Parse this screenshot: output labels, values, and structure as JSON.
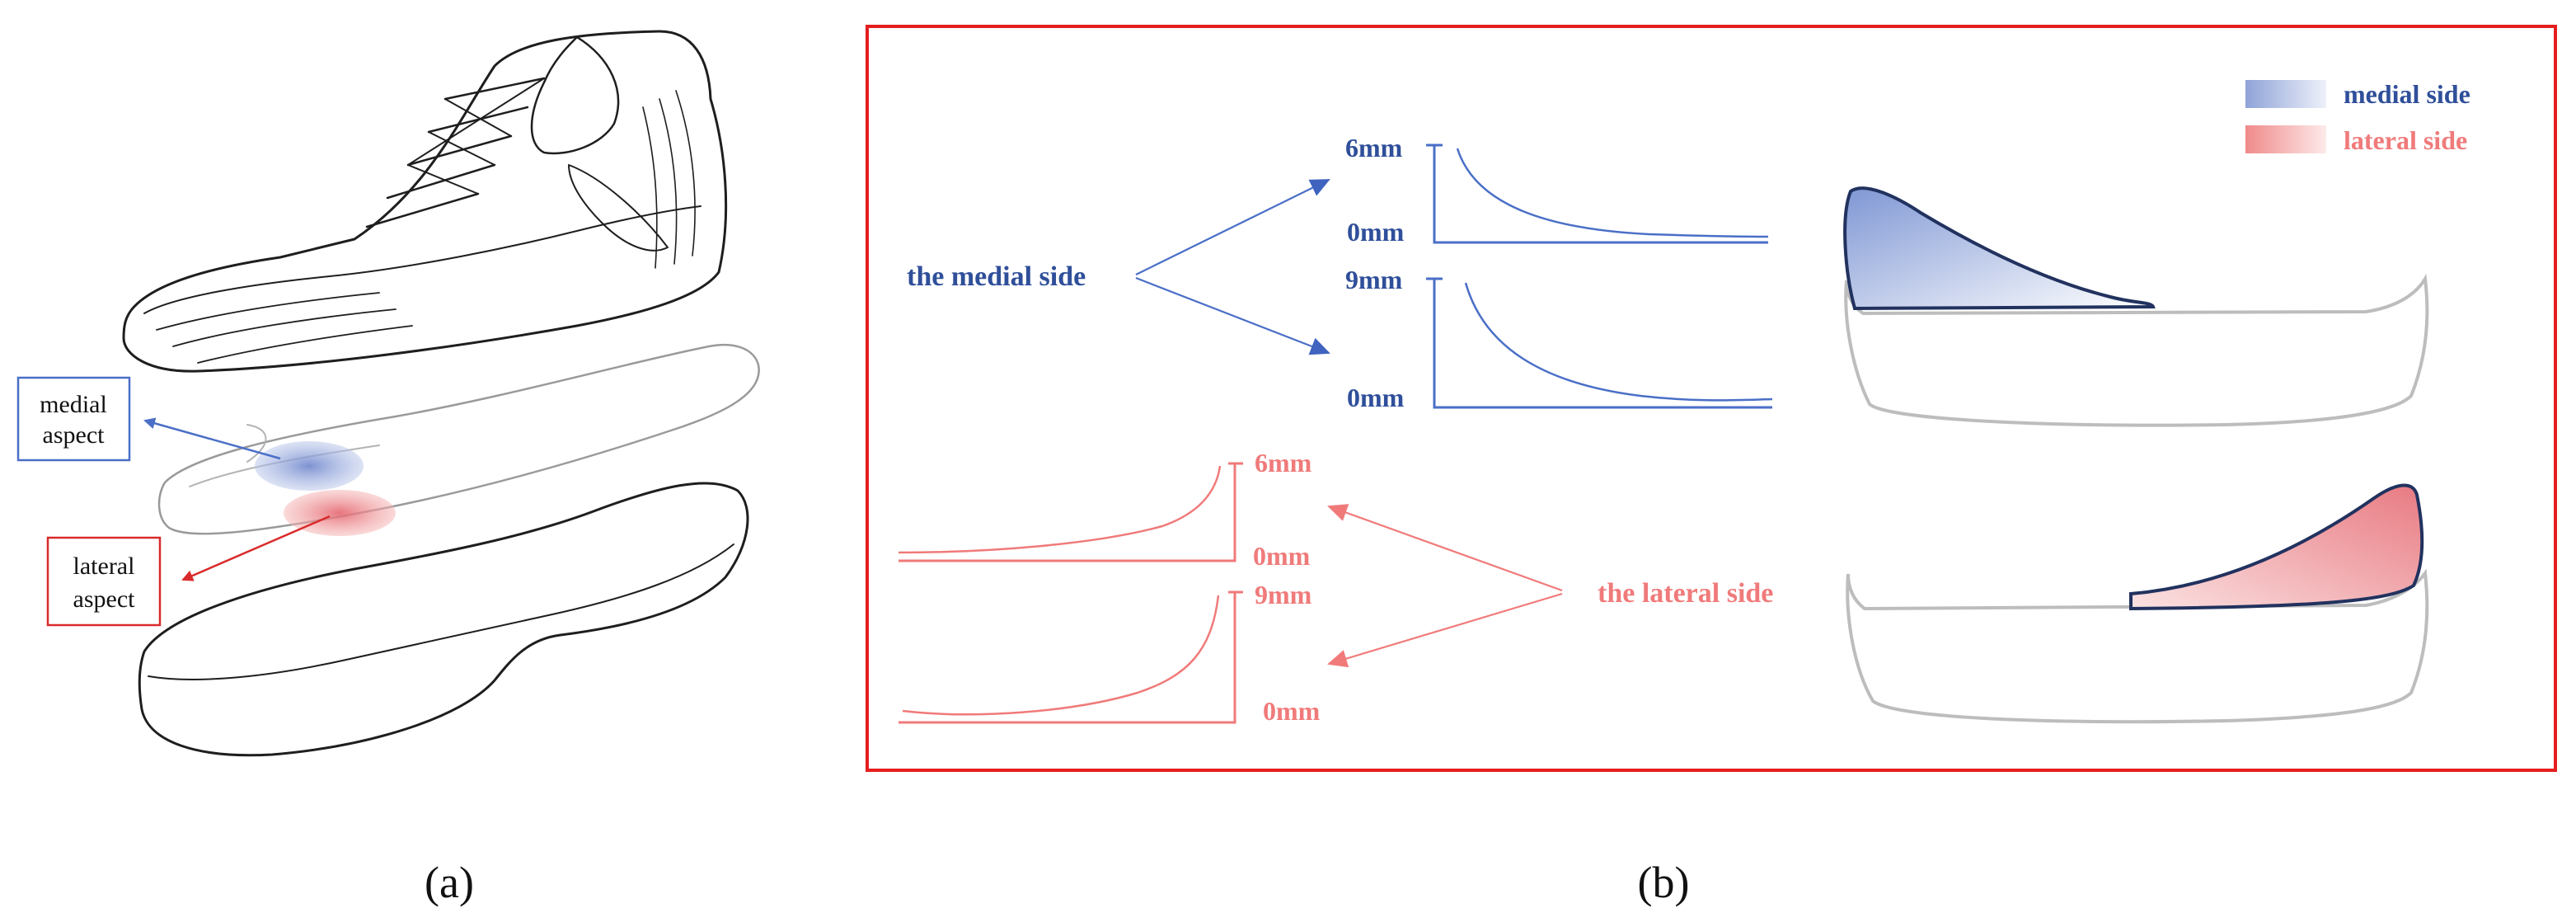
{
  "panel_a": {
    "caption": "(a)",
    "medial_label_line1": "medial",
    "medial_label_line2": "aspect",
    "lateral_label_line1": "lateral",
    "lateral_label_line2": "aspect"
  },
  "panel_b": {
    "caption": "(b)",
    "legend": [
      {
        "label": "medial side",
        "color": "#2f4f9a",
        "swatch": "#8fa3d8"
      },
      {
        "label": "lateral side",
        "color": "#f07a7a",
        "swatch": "#f09a9a"
      }
    ],
    "medial_title": "the medial side",
    "lateral_title": "the lateral side",
    "medial_curves": [
      {
        "top": "6mm",
        "bottom": "0mm"
      },
      {
        "top": "9mm",
        "bottom": "0mm"
      }
    ],
    "lateral_curves": [
      {
        "top": "6mm",
        "bottom": "0mm"
      },
      {
        "top": "9mm",
        "bottom": "0mm"
      }
    ]
  },
  "colors": {
    "medial": "#2f4f9a",
    "medial_line": "#4a6fc7",
    "lateral": "#f07a7a",
    "frame": "#e41e1e",
    "sole": "#bdbdbd"
  }
}
